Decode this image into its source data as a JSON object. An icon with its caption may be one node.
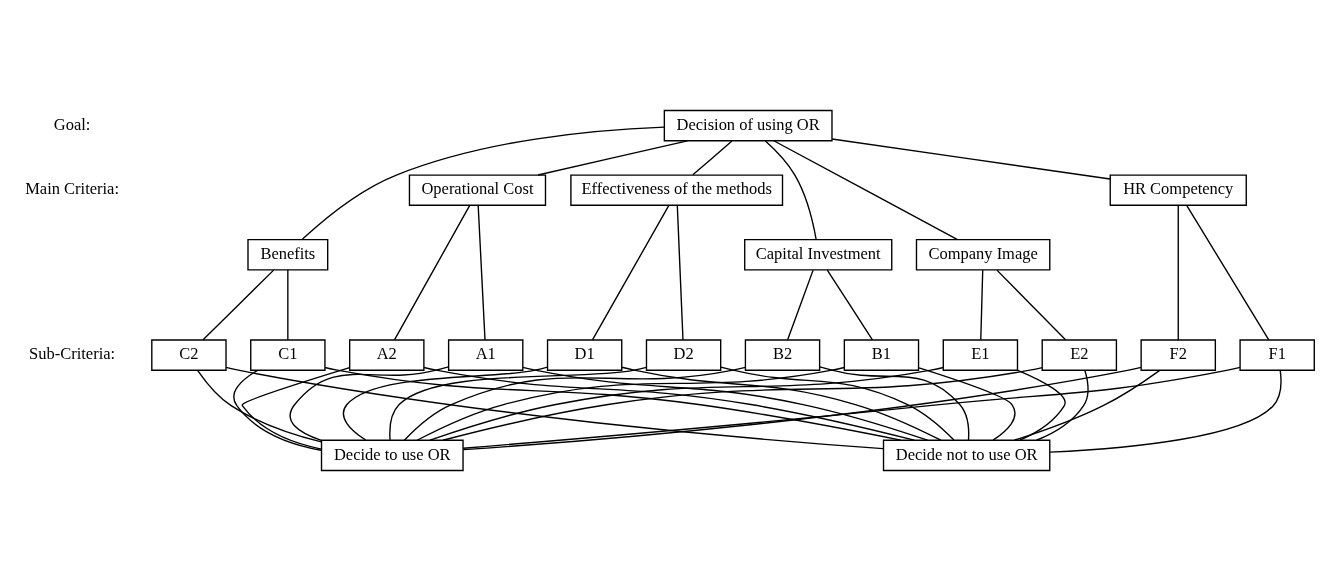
{
  "diagram": {
    "nodes": [
      {
        "text": [
          "Decision of using OR"
        ]
      },
      {
        "text": [
          "Operational Cost"
        ]
      },
      {
        "text": [
          "Effectiveness of the methods"
        ]
      },
      {
        "text": [
          "HR Competency"
        ]
      },
      {
        "text": [
          "Capital Investment"
        ]
      },
      {
        "text": [
          "Benefits"
        ]
      },
      {
        "text": [
          "Company Image"
        ]
      },
      {
        "text": [
          "A1"
        ]
      },
      {
        "text": [
          "A2"
        ]
      },
      {
        "text": [
          "B1"
        ]
      },
      {
        "text": [
          "B2"
        ]
      },
      {
        "text": [
          "C1"
        ]
      },
      {
        "text": [
          "C2"
        ]
      },
      {
        "text": [
          "D1"
        ]
      },
      {
        "text": [
          "D2"
        ]
      },
      {
        "text": [
          "E1"
        ]
      },
      {
        "text": [
          "E2"
        ]
      },
      {
        "text": [
          "F1"
        ]
      },
      {
        "text": [
          "F2"
        ]
      },
      {
        "text": [
          "Decide to use OR"
        ]
      },
      {
        "text": [
          "Decide not to use OR"
        ]
      }
    ],
    "edges": [
      {
        "from": 0,
        "to": 1,
        "arrow": "none"
      },
      {
        "from": 0,
        "to": 4,
        "arrow": "none"
      },
      {
        "from": 0,
        "to": 5,
        "arrow": "none"
      },
      {
        "from": 0,
        "to": 2,
        "arrow": "none"
      },
      {
        "from": 0,
        "to": 6,
        "arrow": "none"
      },
      {
        "from": 0,
        "to": 3,
        "arrow": "none"
      },
      {
        "from": 1,
        "to": 7,
        "arrow": "none"
      },
      {
        "from": 1,
        "to": 8,
        "arrow": "none"
      },
      {
        "from": 4,
        "to": 9,
        "arrow": "none"
      },
      {
        "from": 4,
        "to": 10,
        "arrow": "none"
      },
      {
        "from": 5,
        "to": 11,
        "arrow": "none"
      },
      {
        "from": 5,
        "to": 12,
        "arrow": "none"
      },
      {
        "from": 2,
        "to": 13,
        "arrow": "none"
      },
      {
        "from": 2,
        "to": 14,
        "arrow": "none"
      },
      {
        "from": 6,
        "to": 15,
        "arrow": "none"
      },
      {
        "from": 6,
        "to": 16,
        "arrow": "none"
      },
      {
        "from": 3,
        "to": 17,
        "arrow": "none"
      },
      {
        "from": 3,
        "to": 18,
        "arrow": "none"
      },
      {
        "from": 7,
        "to": 19,
        "arrow": "none"
      },
      {
        "from": 7,
        "to": 20,
        "arrow": "none"
      },
      {
        "from": 8,
        "to": 19,
        "arrow": "none"
      },
      {
        "from": 8,
        "to": 20,
        "arrow": "none"
      },
      {
        "from": 9,
        "to": 19,
        "arrow": "none"
      },
      {
        "from": 9,
        "to": 20,
        "arrow": "none"
      },
      {
        "from": 10,
        "to": 19,
        "arrow": "none"
      },
      {
        "from": 10,
        "to": 20,
        "arrow": "none"
      },
      {
        "from": 11,
        "to": 19,
        "arrow": "none"
      },
      {
        "from": 11,
        "to": 20,
        "arrow": "none"
      },
      {
        "from": 12,
        "to": 19,
        "arrow": "none"
      },
      {
        "from": 12,
        "to": 20,
        "arrow": "none"
      },
      {
        "from": 13,
        "to": 19,
        "arrow": "none"
      },
      {
        "from": 13,
        "to": 20,
        "arrow": "none"
      },
      {
        "from": 14,
        "to": 19,
        "arrow": "none"
      },
      {
        "from": 14,
        "to": 20,
        "arrow": "none"
      },
      {
        "from": 15,
        "to": 19,
        "arrow": "none"
      },
      {
        "from": 15,
        "to": 20,
        "arrow": "none"
      },
      {
        "from": 16,
        "to": 19,
        "arrow": "none"
      },
      {
        "from": 16,
        "to": 20,
        "arrow": "none"
      },
      {
        "from": 17,
        "to": 19,
        "arrow": "none"
      },
      {
        "from": 17,
        "to": 20,
        "arrow": "none"
      },
      {
        "from": 18,
        "to": 19,
        "arrow": "none"
      },
      {
        "from": 18,
        "to": 20,
        "arrow": "none"
      }
    ],
    "labels": [
      "Goal:",
      "Main Criteria:",
      "Sub-Criteria:"
    ]
  }
}
